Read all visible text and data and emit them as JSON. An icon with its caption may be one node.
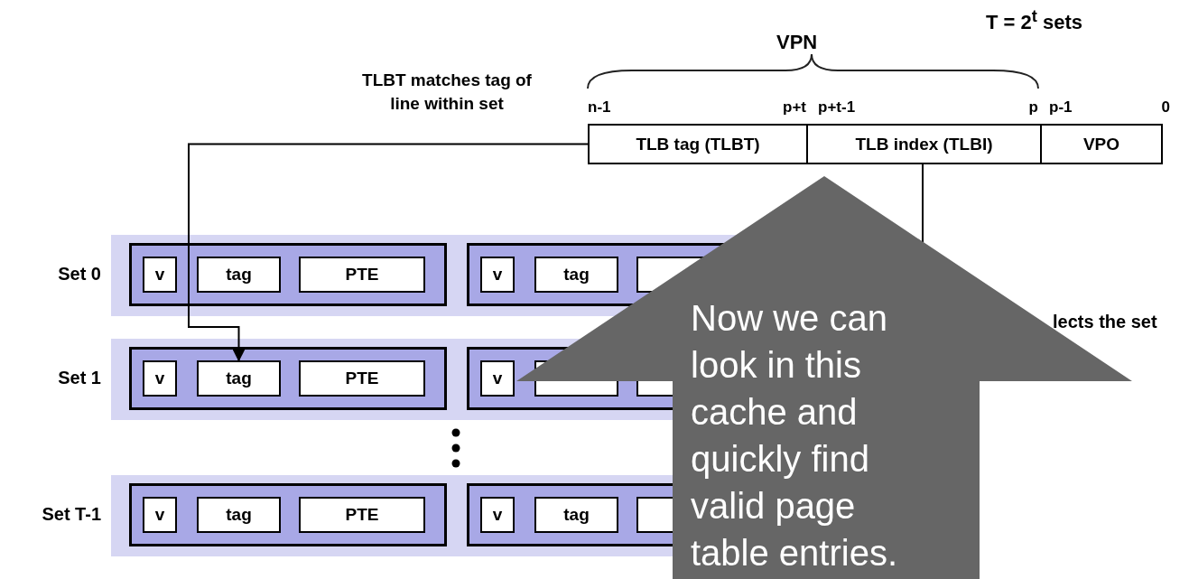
{
  "diagram": {
    "nodes": [
      {
        "text": [
          "TLB tag (TLBT)"
        ]
      },
      {
        "text": [
          "TLB index (TLBI)"
        ]
      },
      {
        "text": [
          "VPO"
        ]
      },
      {
        "text": [],
        "shape": "bar"
      },
      {
        "text": [],
        "shape": "box",
        "in": 3
      },
      {
        "text": [
          "v"
        ],
        "in": 4
      },
      {
        "text": [
          "tag"
        ],
        "in": 4
      },
      {
        "text": [
          "PTE"
        ],
        "in": 4
      },
      {
        "text": [],
        "shape": "box",
        "in": 3
      },
      {
        "text": [
          "v"
        ],
        "in": 8
      },
      {
        "text": [
          "tag"
        ],
        "in": 8
      },
      {
        "text": [],
        "shape": "box",
        "in": 8
      },
      {
        "text": [],
        "shape": "bar"
      },
      {
        "text": [],
        "shape": "box",
        "in": 12
      },
      {
        "text": [
          "v"
        ],
        "in": 13
      },
      {
        "text": [
          "tag"
        ],
        "in": 13
      },
      {
        "text": [
          "PTE"
        ],
        "in": 13
      },
      {
        "text": [],
        "shape": "box",
        "in": 12
      },
      {
        "text": [
          "v"
        ],
        "in": 17
      },
      {
        "text": [],
        "shape": "box",
        "in": 17
      },
      {
        "text": [],
        "shape": "box",
        "in": 17
      },
      {
        "text": [],
        "shape": "bar"
      },
      {
        "text": [],
        "shape": "box",
        "in": 21
      },
      {
        "text": [
          "v"
        ],
        "in": 22
      },
      {
        "text": [
          "tag"
        ],
        "in": 22
      },
      {
        "text": [
          "PTE"
        ],
        "in": 22
      },
      {
        "text": [],
        "shape": "box",
        "in": 21
      },
      {
        "text": [
          "v"
        ],
        "in": 26
      },
      {
        "text": [
          "tag"
        ],
        "in": 26
      },
      {
        "text": [],
        "shape": "box",
        "in": 26
      },
      {
        "text": [
          "Now we can look in this cache and quickly find valid page table entries."
        ]
      }
    ],
    "edges": [
      {
        "from": 0,
        "to": 15,
        "arrow": "to"
      },
      {
        "from": 1,
        "to": 30,
        "arrow": "none"
      }
    ],
    "labels": [
      "T = 2$^{t}$ sets",
      "VPN",
      "TLBT matches tag of line within set",
      "n-1",
      "p+t",
      "p+t-1",
      "p",
      "p-1",
      "0",
      "Set 0",
      "lects the set",
      "Set 1",
      "Set T-1"
    ]
  }
}
